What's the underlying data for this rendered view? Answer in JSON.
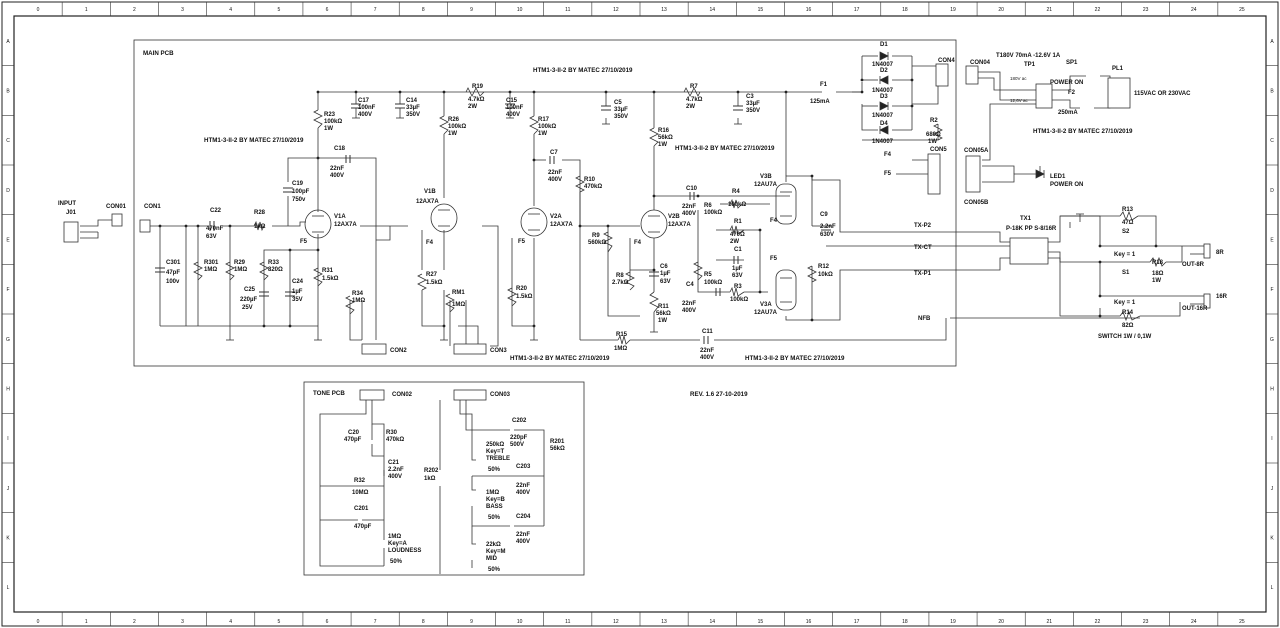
{
  "border": {
    "columns": [
      "0",
      "1",
      "2",
      "3",
      "4",
      "5",
      "6",
      "7",
      "8",
      "9",
      "10",
      "11",
      "12",
      "13",
      "14",
      "15",
      "16",
      "17",
      "18",
      "19",
      "20",
      "21",
      "22",
      "23",
      "24",
      "25"
    ],
    "rows": [
      "A",
      "B",
      "C",
      "D",
      "E",
      "F",
      "G",
      "H",
      "I",
      "J",
      "K",
      "L"
    ]
  },
  "boxes": {
    "main_pcb": "MAIN PCB",
    "tone_pcb": "TONE PCB"
  },
  "notes": {
    "credit": "HTM1-3-II-2 BY MATEC 27/10/2019",
    "revision": "REV. 1.6 27-10-2019",
    "power_on_1": "POWER ON",
    "mains": "115VAC OR 230VAC",
    "switch_note": "SWITCH  1W / 0,1W"
  },
  "labels": {
    "input": "INPUT",
    "j01": "J01",
    "con01": "CON01",
    "con1": "CON1",
    "c22": [
      "C22",
      "470nF",
      "63V"
    ],
    "r28": [
      "R28",
      "1kΩ"
    ],
    "c301": [
      "C301",
      "47pF",
      "100v"
    ],
    "r301": [
      "R301",
      "1MΩ"
    ],
    "r29": [
      "R29",
      "1MΩ"
    ],
    "r33": [
      "R33",
      "820Ω"
    ],
    "c25": [
      "C25",
      "220µF",
      "25V"
    ],
    "c24": [
      "C24",
      "1µF",
      "35V"
    ],
    "r31": [
      "R31",
      "1.5kΩ"
    ],
    "r34": [
      "R34",
      "1MΩ"
    ],
    "con2": "CON2",
    "c19": [
      "C19",
      "100pF",
      "750v"
    ],
    "v1a": [
      "V1A",
      "12AX7A"
    ],
    "f5": "F5",
    "r23": [
      "R23",
      "100kΩ",
      "1W"
    ],
    "c17": [
      "C17",
      "100nF",
      "400V"
    ],
    "c14": [
      "C14",
      "33µF",
      "350V"
    ],
    "c18": [
      "C18",
      "22nF",
      "400V"
    ],
    "r19": [
      "R19",
      "4.7kΩ",
      "2W"
    ],
    "r26": [
      "R26",
      "100kΩ",
      "1W"
    ],
    "c15": [
      "C15",
      "100nF",
      "400V"
    ],
    "v1b": [
      "V1B",
      "12AX7A"
    ],
    "f4": "F4",
    "r27": [
      "R27",
      "1.5kΩ"
    ],
    "rm1": [
      "RM1",
      "1MΩ"
    ],
    "con3": "CON3",
    "r17": [
      "R17",
      "100kΩ",
      "1W"
    ],
    "c7": [
      "C7",
      "22nF",
      "400V"
    ],
    "v2a": [
      "V2A",
      "12AX7A"
    ],
    "r20": [
      "R20",
      "1.5kΩ"
    ],
    "r10": [
      "R10",
      "470kΩ"
    ],
    "r9": [
      "R9",
      "560kΩ"
    ],
    "c5": [
      "C5",
      "33µF",
      "350V"
    ],
    "r16": [
      "R16",
      "56kΩ",
      "1W"
    ],
    "v2b": [
      "V2B",
      "12AX7A"
    ],
    "r8": [
      "R8",
      "2.7kΩ"
    ],
    "c6": [
      "C6",
      "1µF",
      "63V"
    ],
    "r11": [
      "R11",
      "56kΩ",
      "1W"
    ],
    "r15": [
      "R15",
      "1MΩ"
    ],
    "c11": [
      "C11",
      "22nF",
      "400V"
    ],
    "r7": [
      "R7",
      "4.7kΩ",
      "2W"
    ],
    "c3": [
      "C3",
      "33µF",
      "350V"
    ],
    "c10": [
      "C10",
      "22nF",
      "400V"
    ],
    "r6": [
      "R6",
      "100kΩ"
    ],
    "r4": [
      "R4",
      "100kΩ"
    ],
    "r1": [
      "R1",
      "470Ω",
      "2W"
    ],
    "c1": [
      "C1",
      "1µF",
      "63V"
    ],
    "r5": [
      "R5",
      "100kΩ"
    ],
    "c4": [
      "C4",
      "22nF",
      "400V"
    ],
    "r3": [
      "R3",
      "100kΩ"
    ],
    "v3b": [
      "V3B",
      "12AU7A"
    ],
    "v3a": [
      "V3A",
      "12AU7A"
    ],
    "c9": [
      "C9",
      "2.2nF",
      "630V"
    ],
    "r12": [
      "R12",
      "10kΩ"
    ],
    "f1": [
      "F1",
      "125mA"
    ],
    "d1": [
      "D1",
      "1N4007"
    ],
    "d2": [
      "D2",
      "1N4007"
    ],
    "d3": [
      "D3",
      "1N4007"
    ],
    "d4": [
      "D4",
      "1N4007"
    ],
    "con4": "CON4",
    "r2": [
      "R2",
      "680Ω",
      "1W"
    ],
    "con5": "CON5",
    "tx_p2": "TX-P2",
    "tx_ct": "TX-CT",
    "tx_p1": "TX-P1",
    "nfb": "NFB",
    "tx1": [
      "TX1",
      "P-18K PP S-8/16R"
    ],
    "r13": [
      "R13",
      "47Ω"
    ],
    "s2": "S2",
    "key1": "Key = 1",
    "s1": "S1",
    "r18": [
      "R18",
      "18Ω",
      "1W"
    ],
    "out8r": "OUT-8R",
    "r14": [
      "R14",
      "82Ω"
    ],
    "out16r": "OUT-16R",
    "t8r": "8R",
    "t16r": "16R",
    "transformer": "T180V 70mA -12.6V 1A",
    "con04": "CON04",
    "tp1": "TP1",
    "sp1": "SP1",
    "pl1": "PL1",
    "v180": "180V ac",
    "v126": "12,6V ac",
    "f2": [
      "F2",
      "250mA"
    ],
    "con05a": "CON05A",
    "con05b": "CON05B",
    "led1": [
      "LED1",
      "POWER ON"
    ],
    "con02": "CON02",
    "con03": "CON03",
    "c20": [
      "C20",
      "470pF"
    ],
    "r30": [
      "R30",
      "470kΩ"
    ],
    "c21": [
      "C21",
      "2.2nF",
      "400V"
    ],
    "r32": [
      "R32",
      "10MΩ"
    ],
    "c201": [
      "C201",
      "470pF"
    ],
    "loudness": [
      "1MΩ",
      "Key=A",
      "LOUDNESS",
      "50%"
    ],
    "c202": [
      "C202",
      "220pF",
      "500V"
    ],
    "r201": [
      "R201",
      "56kΩ"
    ],
    "r202": [
      "R202",
      "1kΩ"
    ],
    "treble": [
      "250kΩ",
      "Key=T",
      "TREBLE",
      "50%"
    ],
    "c203": [
      "C203",
      "22nF",
      "400V"
    ],
    "bass": [
      "1MΩ",
      "Key=B",
      "BASS",
      "50%"
    ],
    "c204": [
      "C204",
      "22nF",
      "400V"
    ],
    "mid": [
      "22kΩ",
      "Key=M",
      "MID",
      "50%"
    ]
  }
}
